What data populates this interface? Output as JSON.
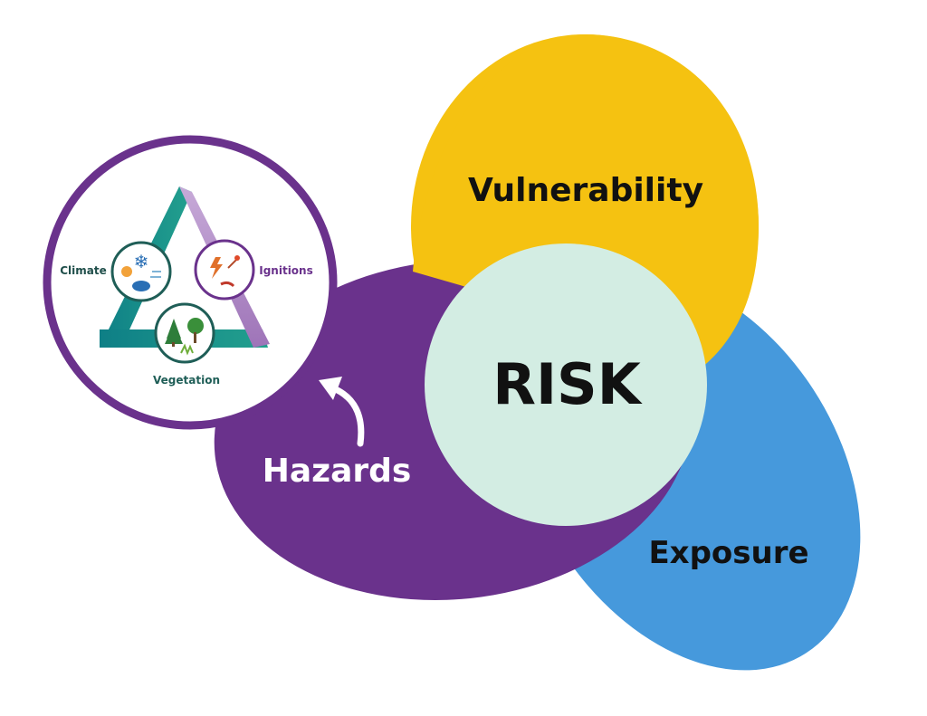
{
  "diagram": {
    "center_label": "RISK",
    "components": [
      {
        "key": "vulnerability",
        "label": "Vulnerability",
        "color": "#F5C211",
        "text_color": "#111111"
      },
      {
        "key": "exposure",
        "label": "Exposure",
        "color": "#4699DC",
        "text_color": "#111111"
      },
      {
        "key": "hazards",
        "label": "Hazards",
        "color": "#6A328C",
        "text_color": "#FFFFFF"
      }
    ],
    "center_color": "#D3EDE3",
    "triangle": {
      "ring_color": "#6A328C",
      "edge_colors": {
        "teal": "#138C82",
        "lavender": "#B490C8"
      },
      "corners": [
        {
          "key": "climate",
          "label": "Climate",
          "label_color": "#1F4E4A",
          "icon": "climate-icon"
        },
        {
          "key": "ignitions",
          "label": "Ignitions",
          "label_color": "#6A328C",
          "icon": "ignitions-icon"
        },
        {
          "key": "vegetation",
          "label": "Vegetation",
          "label_color": "#1F5E57",
          "icon": "vegetation-icon"
        }
      ]
    }
  }
}
